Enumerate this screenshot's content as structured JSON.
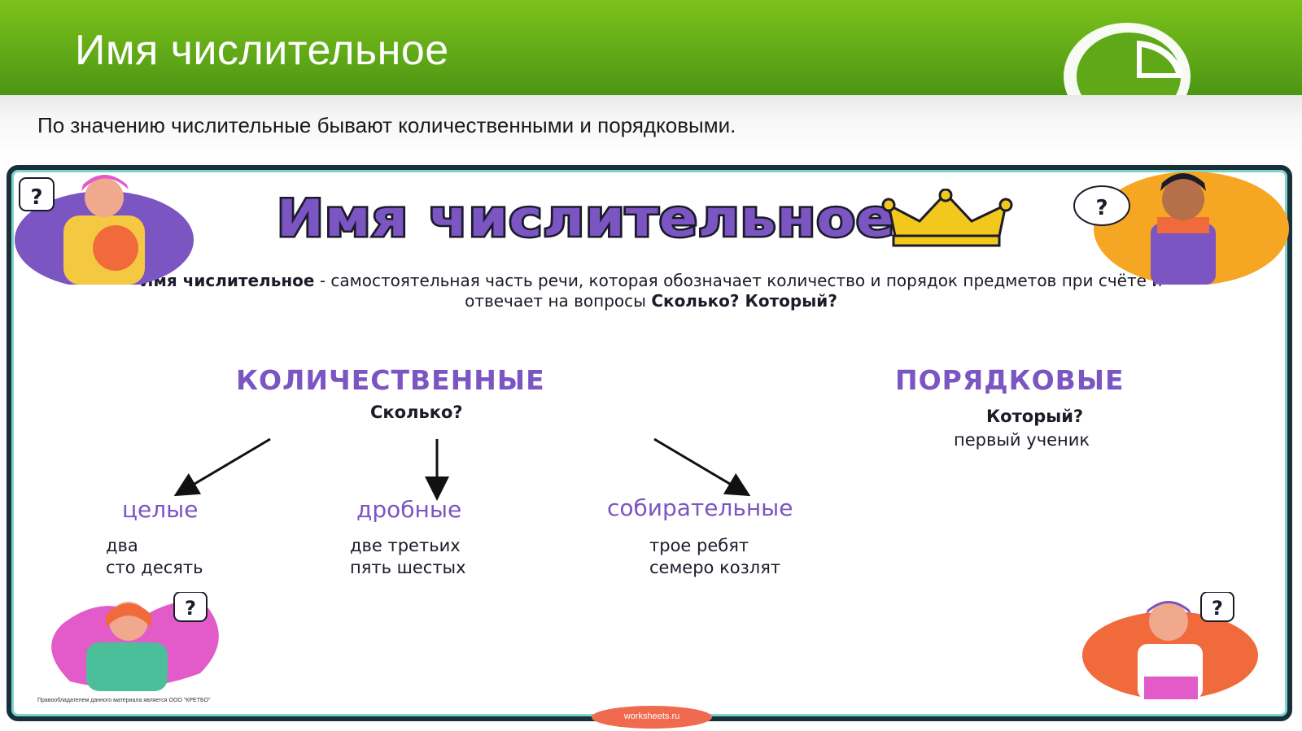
{
  "slide": {
    "title": "Имя числительное",
    "subtitle": "По значению числительные бывают количественными  и порядковыми."
  },
  "poster": {
    "title": "Имя числительное",
    "definition": {
      "term": "Имя числительное",
      "text_part1": " - самостоятельная часть речи, которая обозначает количество и порядок предметов при счёте и отвечает на вопросы ",
      "questions": "Сколько? Который?"
    },
    "cardinal": {
      "heading": "КОЛИЧЕСТВЕННЫЕ",
      "question": "Сколько?",
      "groups": [
        {
          "label": "целые",
          "examples": [
            "два",
            "сто десять"
          ]
        },
        {
          "label": "дробные",
          "examples": [
            "две третьих",
            "пять шестых"
          ]
        },
        {
          "label": "собирательные",
          "examples": [
            "трое ребят",
            "семеро козлят"
          ]
        }
      ]
    },
    "ordinal": {
      "heading": "ПОРЯДКОВЫЕ",
      "question": "Который?",
      "example": "первый ученик"
    },
    "question_mark": "?",
    "copyright": "Правообладателем данного материала является ООО \"КРЕТБО\"",
    "watermark": "worksheets.ru"
  },
  "colors": {
    "header_green": "#5fa817",
    "accent_purple": "#7b55c2",
    "crown_yellow": "#f2c81d",
    "frame_dark": "#17303a",
    "frame_teal": "#7fd4c9"
  },
  "icons": [
    "question-bubble-icon",
    "crown-icon",
    "arrow-icon",
    "logo-icon"
  ]
}
